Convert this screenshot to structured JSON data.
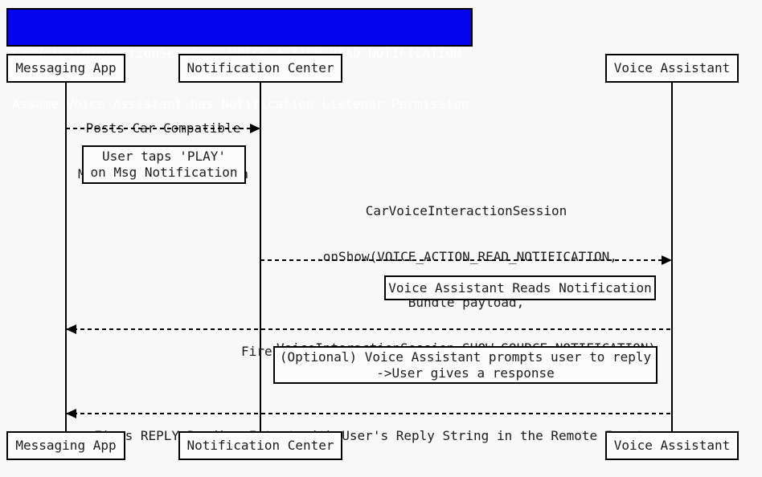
{
  "diagram_type": "uml-sequence-diagram",
  "title": {
    "line1": "CarVoiceInteractionSession: VOICE_ACTION_READ_NOTIFICATION",
    "line2": "Assume Voice Assistant has Notification Listener Permission"
  },
  "participants": {
    "messaging_app": "Messaging App",
    "notification_center": "Notification Center",
    "voice_assistant": "Voice Assistant"
  },
  "messages": {
    "posts": {
      "line1": "Posts Car Compatible",
      "line2": "Messaging Notification",
      "from": "Messaging App",
      "to": "Notification Center"
    },
    "on_show": {
      "line1": "CarVoiceInteractionSession",
      "line2": ".onShow(VOICE_ACTION_READ_NOTIFICATION,",
      "line3": "Bundle payload,",
      "line4": "VoiceInteractionSession.SHOW_SOURCE_NOTIFICATION)",
      "from": "Notification Center",
      "to": "Voice Assistant"
    },
    "mark_as_read": {
      "text": "Fires MARK_AS_READ Pending Intent",
      "from": "Voice Assistant",
      "to": "Messaging App"
    },
    "reply": {
      "text": "Fires REPLY Pending Intent with User's Reply String in the Remote Input",
      "from": "Voice Assistant",
      "to": "Messaging App"
    }
  },
  "notes": {
    "user_taps": {
      "line1": "User taps 'PLAY'",
      "line2": "on Msg Notification"
    },
    "reads": {
      "text": "Voice Assistant Reads Notification"
    },
    "optional": {
      "line1": "(Optional) Voice Assistant prompts user to reply",
      "line2": "->User gives a response"
    }
  },
  "colors": {
    "title_bg": "#0404ee",
    "title_text": "#ffffff",
    "line": "#000000",
    "text": "#1c1c1c",
    "page_bg": "#f8f8f8",
    "box_bg": "#fcfcfc"
  }
}
